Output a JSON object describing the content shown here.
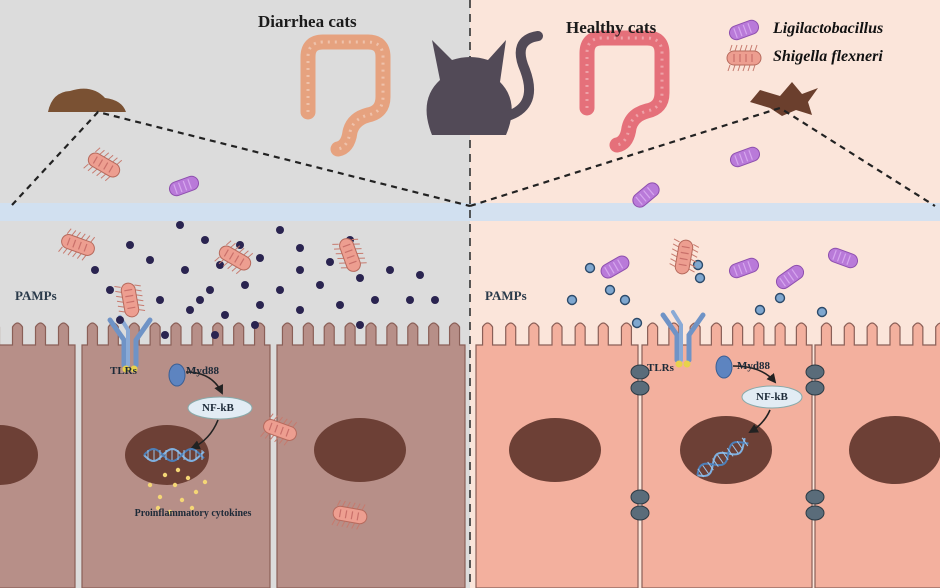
{
  "panels": {
    "left": {
      "title": "Diarrhea cats",
      "bg": "#dcdcdc"
    },
    "right": {
      "title": "Healthy cats",
      "bg": "#fbe5da"
    }
  },
  "legend": [
    {
      "label": "Ligilactobacillus",
      "icon": "ligilactobacillus-icon",
      "color": "#b76fd6"
    },
    {
      "label": "Shigella flexneri",
      "icon": "shigella-flexneri-icon",
      "color": "#e8998a"
    }
  ],
  "labels": {
    "pamps": "PAMPs",
    "tlrs": "TLRs",
    "myd88": "Myd88",
    "nfkb": "NF-kB",
    "cytokines": "Proinflammatory cytokines"
  },
  "colors": {
    "cell_left": "#b78f88",
    "cell_right": "#f3b09e",
    "nucleus": "#6d4036",
    "tlr": "#6f93c6",
    "pamp_dark": "#2a2450",
    "pamp_light": "#7fa7cf",
    "barrier": "#cfe0f2"
  }
}
